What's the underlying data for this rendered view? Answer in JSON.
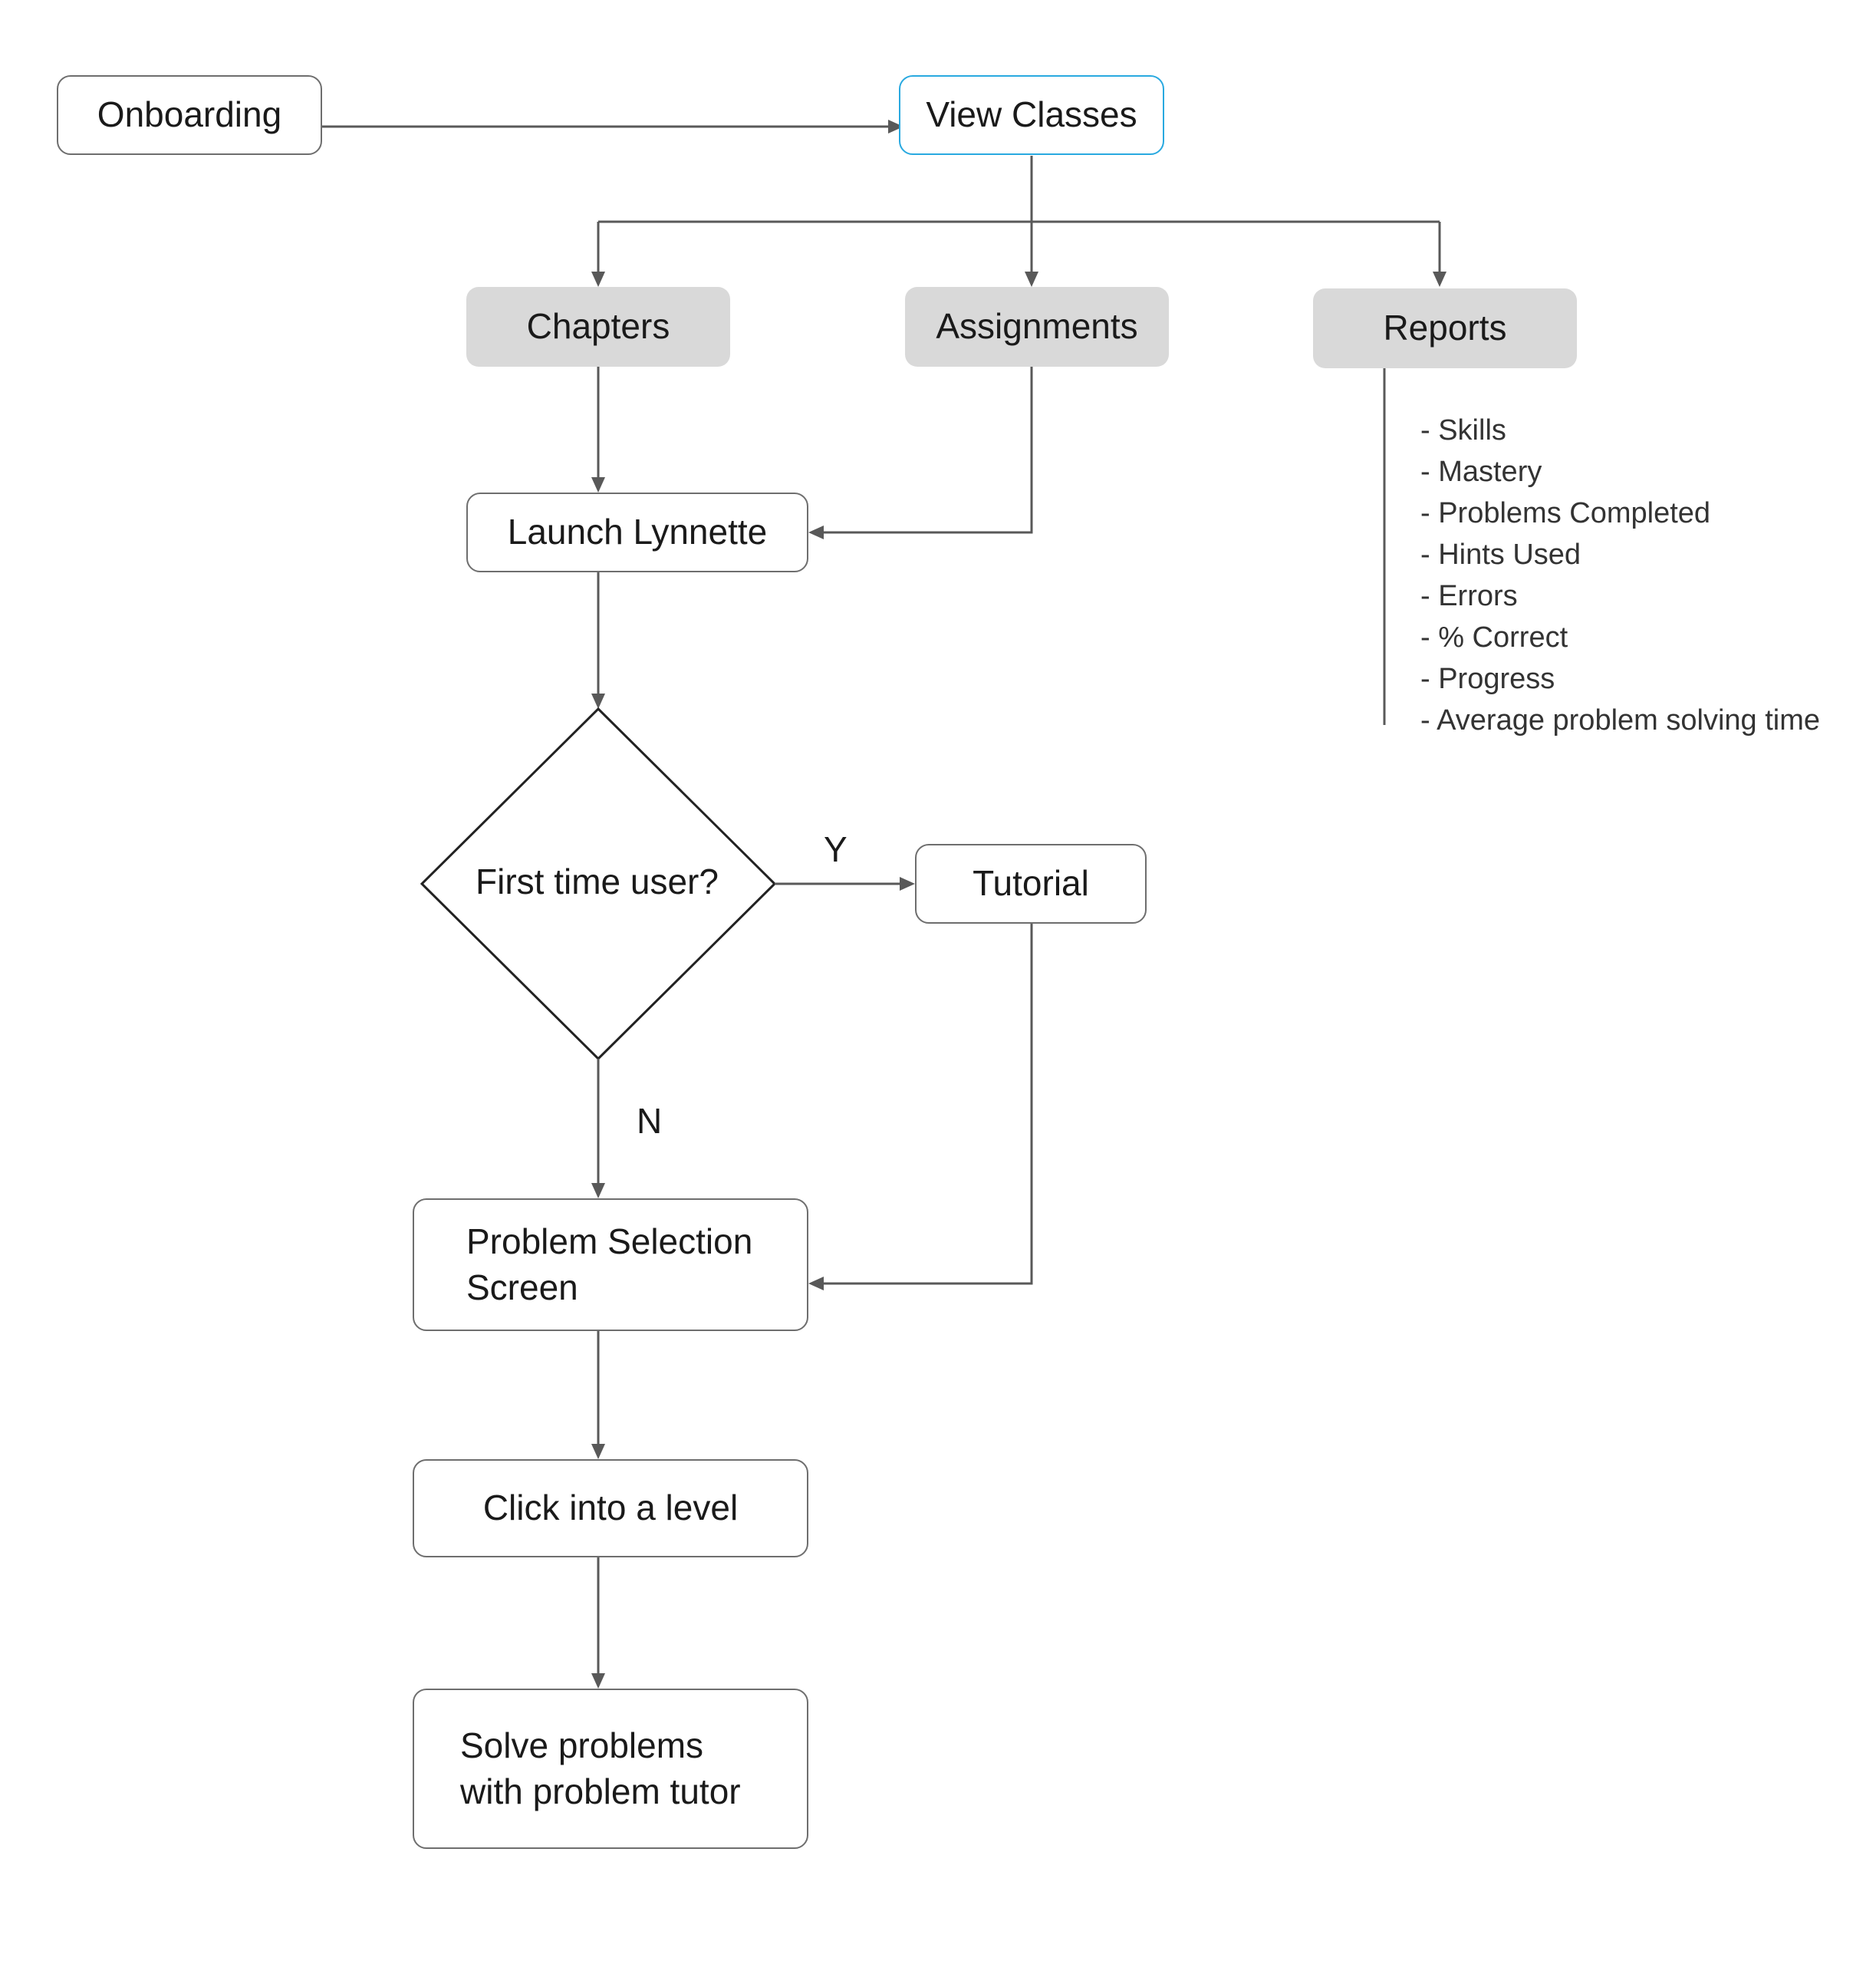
{
  "nodes": {
    "onboarding": "Onboarding",
    "view_classes": "View Classes",
    "chapters": "Chapters",
    "assignments": "Assignments",
    "reports": "Reports",
    "launch_lynnette": "Launch Lynnette",
    "first_time_user": "First time user?",
    "tutorial": "Tutorial",
    "problem_selection": [
      "Problem Selection",
      "Screen"
    ],
    "click_level": "Click into a level",
    "solve_problems": [
      "Solve problems",
      "with problem tutor"
    ]
  },
  "edge_labels": {
    "yes": "Y",
    "no": "N"
  },
  "reports_items": [
    "- Skills",
    "- Mastery",
    "- Problems Completed",
    "- Hints Used",
    "- Errors",
    "- % Correct",
    "- Progress",
    "- Average problem solving time"
  ],
  "colors": {
    "selected_border": "#29a9e0",
    "section_fill": "#d9d9d9",
    "connector": "#595959",
    "box_border": "#6e6e6e"
  }
}
